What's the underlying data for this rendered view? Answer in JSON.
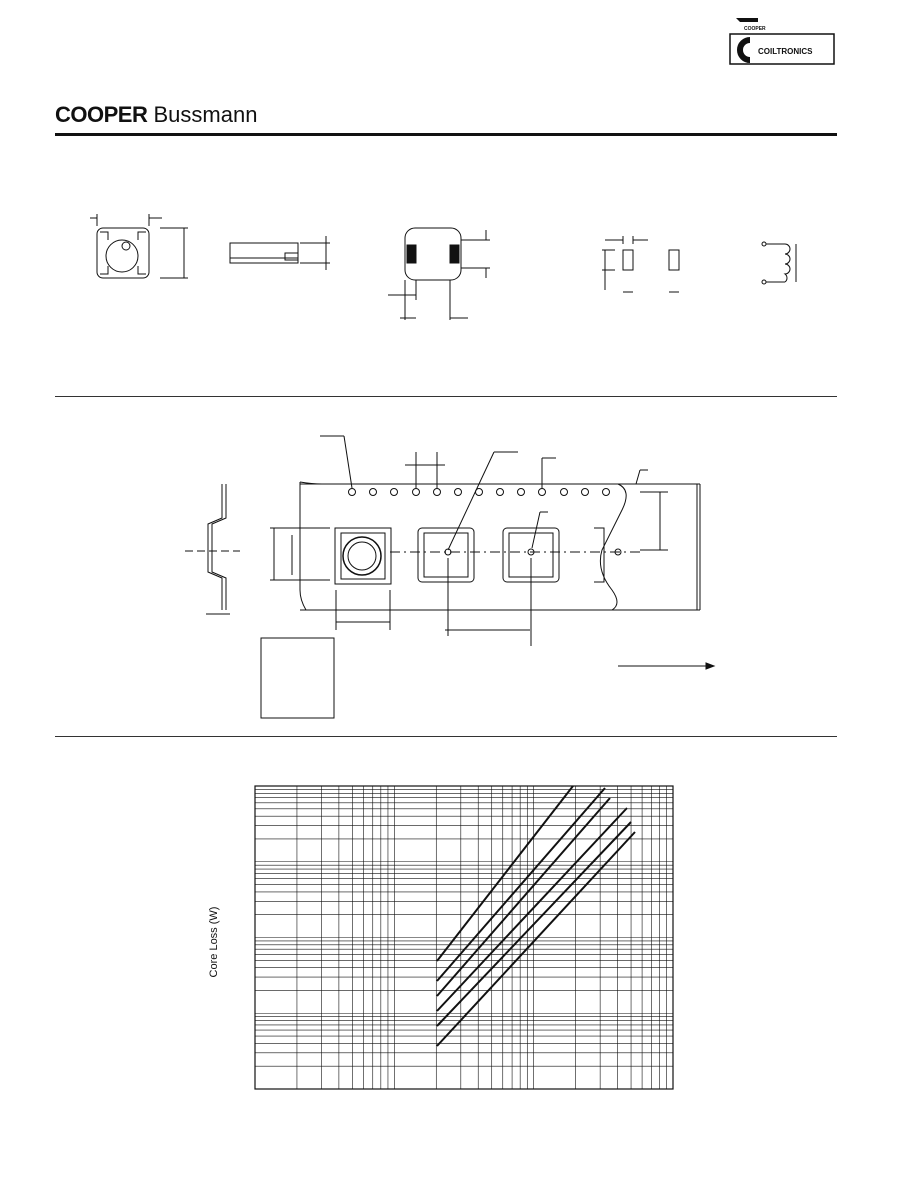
{
  "header": {
    "brand_cooper": "COOPER",
    "brand_bussmann": "Bussmann",
    "logo_small_text": "COOPER",
    "logo_name": "COILTRONICS"
  },
  "graph": {
    "ylabel": "Core Loss (W)"
  }
}
